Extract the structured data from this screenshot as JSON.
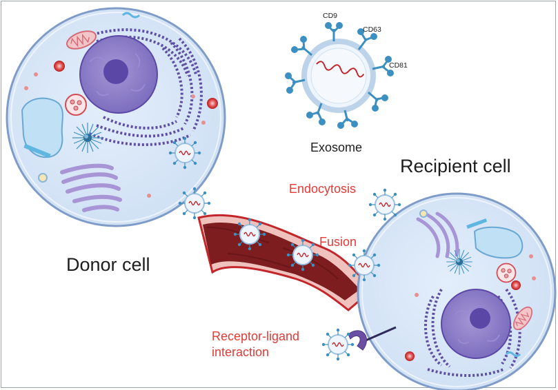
{
  "labels": {
    "exosome": "Exosome",
    "cd9": "CD9",
    "cd63": "CD63",
    "cd81": "CD81",
    "donor_cell": "Donor cell",
    "recipient_cell": "Recipient cell",
    "endocytosis": "Endocytosis",
    "fusion": "Fusion",
    "receptor_ligand_line1": "Receptor-ligand",
    "receptor_ligand_line2": "interaction"
  },
  "colors": {
    "cell_fill": "#dbe9f8",
    "cell_stroke": "#7f9cc9",
    "membrane_light": "#e9f2fb",
    "nucleus": "#8d7fc6",
    "nucleolus": "#5b48a6",
    "er": "#6a5aa8",
    "golgi": "#a895d6",
    "vessel_wall": "#e2aaa5",
    "vessel_blood": "#7e1d1f",
    "vessel_edge": "#c2262b",
    "exosome_ring": "#bcd3ea",
    "marker": "#3c8fc1",
    "rna": "#c2262b",
    "label_red": "#e53935",
    "label_dark": "#1d1d1d"
  }
}
